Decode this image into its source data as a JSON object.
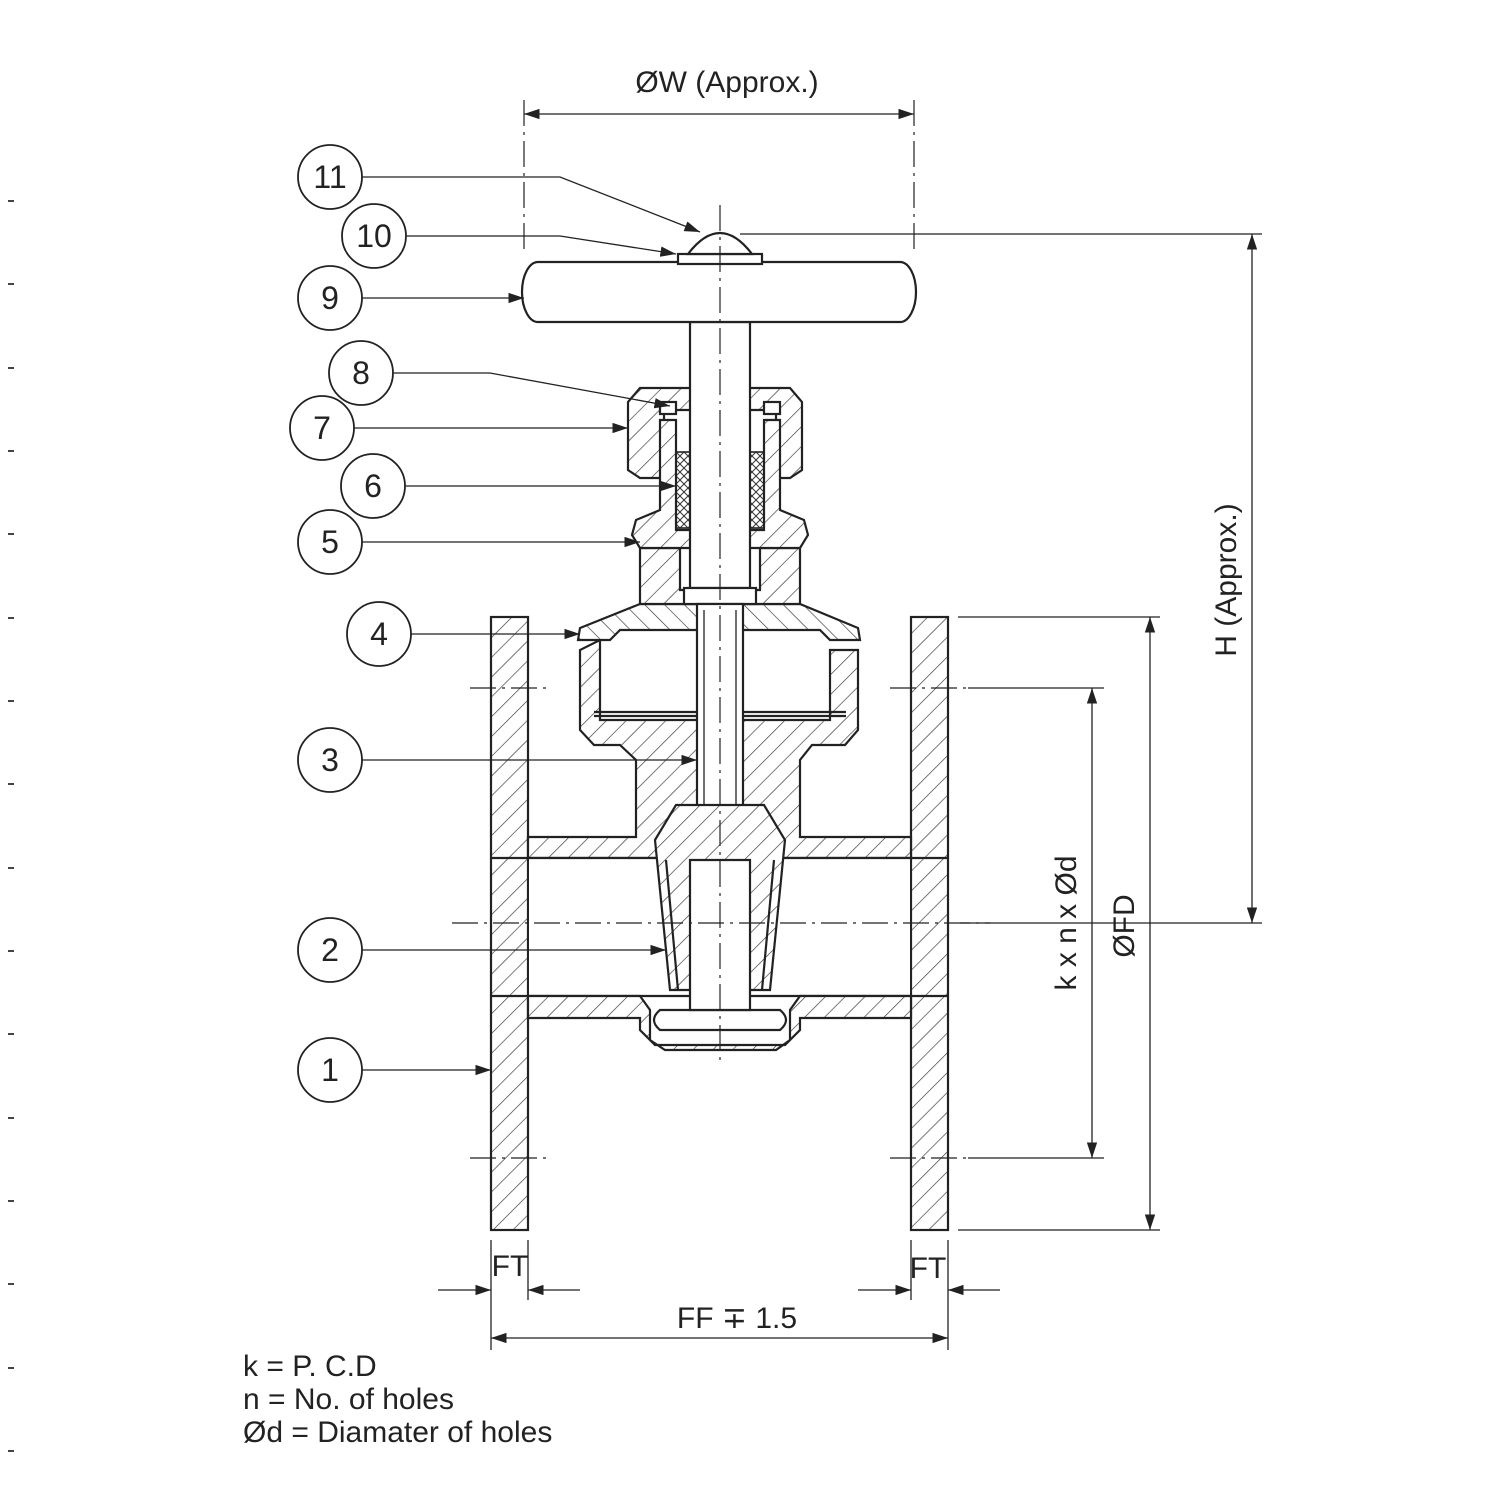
{
  "dimensions": {
    "width_label": "ØW (Approx.)",
    "height_label": "H (Approx.)",
    "pcd_label": "k x n x Ød",
    "flange_dia_label": "ØFD",
    "flange_thickness_left": "FT",
    "flange_thickness_right": "FT",
    "face_to_face_label": "FF ∓ 1.5"
  },
  "part_numbers": [
    "1",
    "2",
    "3",
    "4",
    "5",
    "6",
    "7",
    "8",
    "9",
    "10",
    "11"
  ],
  "legend": [
    "k = P. C.D",
    "n = No. of holes",
    "Ød = Diamater of holes"
  ]
}
